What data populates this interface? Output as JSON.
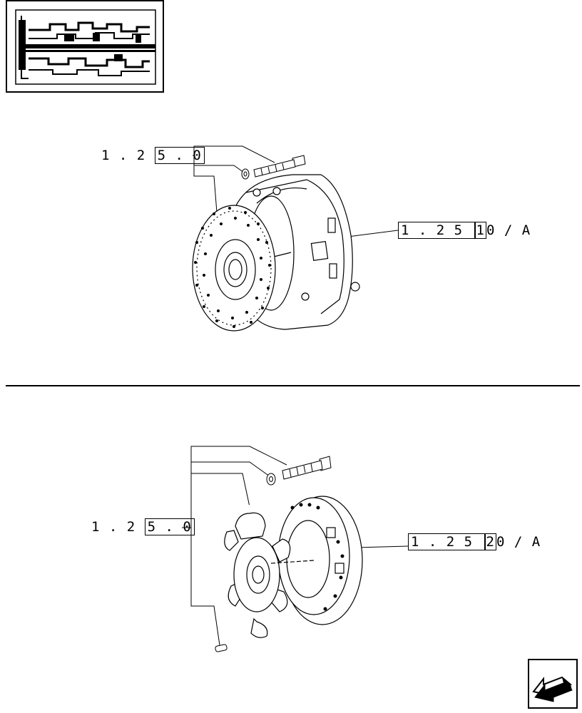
{
  "top_assembly": {
    "ref_left": {
      "pre": "1 . 2 ",
      "boxed": "5 . 0"
    },
    "ref_right": {
      "pre": "1 . 2 5 ",
      "boxed_digit": "1",
      "post": "0 / A"
    }
  },
  "bottom_assembly": {
    "ref_left": {
      "pre": "1 . 2 ",
      "boxed": "5 . 0"
    },
    "ref_right": {
      "pre": "1 . 2 5 ",
      "boxed_digit": "2",
      "post": "0 / A"
    }
  },
  "icons": {
    "overview": "transmission-cross-section-icon",
    "navigation": "arrow-back-icon"
  }
}
